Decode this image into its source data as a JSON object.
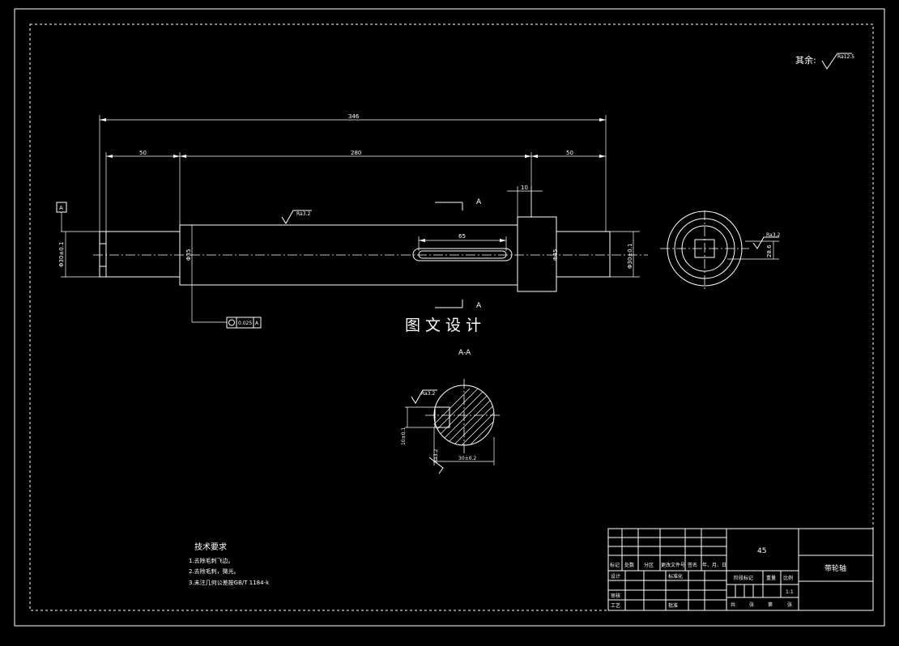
{
  "surface_note": {
    "label": "其余:",
    "roughness": "Ra12.5"
  },
  "datum": "A",
  "shaft": {
    "dim_total": "346",
    "dim_left": "50",
    "dim_mid": "280",
    "dim_right": "50",
    "dim_collar": "10",
    "dim_keyway": "65",
    "dia_left": "Φ30±0.1",
    "dia_mid": "Φ35",
    "dia_collar": "Φ45",
    "dia_right": "Φ30±0.1",
    "roughness_top": "Ra3.2",
    "tolerance_value": "0.025",
    "tolerance_datum": "A",
    "section_marker": "A"
  },
  "end_view": {
    "roughness": "Ra3.2",
    "dim": "28.6"
  },
  "section": {
    "title": "A-A",
    "roughness_top": "Ra3.2",
    "roughness_bottom": "Ra3.2",
    "dim_vertical": "10±0.1",
    "dim_horizontal": "30±0.2"
  },
  "watermark": "图文设计",
  "tech": {
    "title": "技术要求",
    "items": [
      "1.去除毛刺飞边。",
      "2.去除毛刺，微光。",
      "3.未注几何公差按GB/T 1184-k"
    ]
  },
  "title_block": {
    "material": "45",
    "part_name": "带轮轴",
    "scale": "1:1",
    "header_cells": [
      "标记",
      "处数",
      "分区",
      "更改文件号",
      "签名",
      "年、月、日"
    ],
    "row_design": "设计",
    "row_standard": "标准化",
    "row_review": "审核",
    "row_process": "工艺",
    "row_approve": "批准",
    "stage_label": "阶段标记",
    "weight_label": "重量",
    "scale_label": "比例",
    "sheet_cells": [
      "共",
      "张",
      "第",
      "张"
    ]
  }
}
